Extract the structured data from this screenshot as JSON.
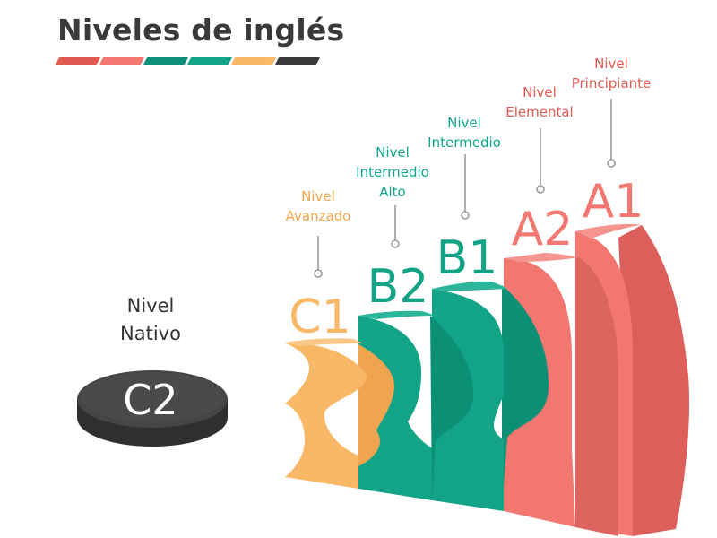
{
  "title": "Niveles de inglés",
  "colors": {
    "red": "#e05a52",
    "salmon": "#f27771",
    "teal": "#13a387",
    "orange": "#f8b866",
    "dark": "#3a3a3a"
  },
  "levels": {
    "a1": {
      "code": "A1",
      "line1": "Nivel",
      "line2": "Principiante"
    },
    "a2": {
      "code": "A2",
      "line1": "Nivel",
      "line2": "Elemental"
    },
    "b1": {
      "code": "B1",
      "line1": "Nivel",
      "line2": "Intermedio"
    },
    "b2": {
      "code": "B2",
      "line1": "Nivel",
      "line2": "Intermedio",
      "line3": "Alto"
    },
    "c1": {
      "code": "C1",
      "line1": "Nivel",
      "line2": "Avanzado"
    },
    "c2": {
      "code": "C2",
      "line1": "Nivel",
      "line2": "Nativo"
    }
  }
}
